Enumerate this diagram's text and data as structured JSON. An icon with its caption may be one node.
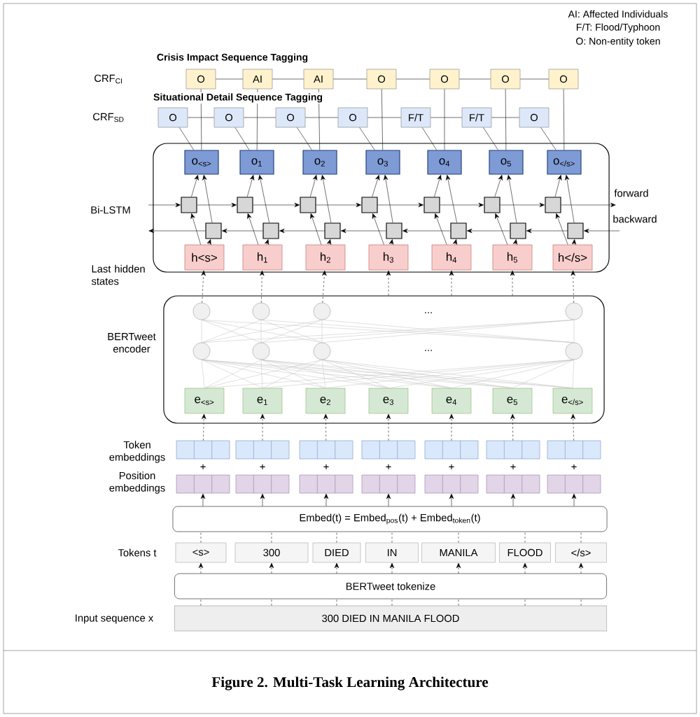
{
  "diagram": {
    "caption": "Figure 2.  Multi-Task Learning Architecture",
    "nodes": [
      {
        "text": [
          "O"
        ]
      },
      {
        "text": [
          "AI"
        ]
      },
      {
        "text": [
          "AI"
        ]
      },
      {
        "text": [
          "O"
        ]
      },
      {
        "text": [
          "O"
        ]
      },
      {
        "text": [
          "O"
        ]
      },
      {
        "text": [
          "O"
        ]
      },
      {
        "text": [
          "O"
        ]
      },
      {
        "text": [
          "O"
        ]
      },
      {
        "text": [
          "O"
        ]
      },
      {
        "text": [
          "O"
        ]
      },
      {
        "text": [
          "F/T"
        ]
      },
      {
        "text": [
          "F/T"
        ]
      },
      {
        "text": [
          "O"
        ]
      },
      {
        "text": [],
        "shape": "box"
      },
      {
        "text": [
          "o$_{<s>}$"
        ],
        "in": 14
      },
      {
        "text": [
          "o$_{1}$"
        ],
        "in": 14
      },
      {
        "text": [
          "o$_{2}$"
        ],
        "in": 14
      },
      {
        "text": [
          "o$_{3}$"
        ],
        "in": 14
      },
      {
        "text": [
          "o$_{4}$"
        ],
        "in": 14
      },
      {
        "text": [
          "o$_{5}$"
        ],
        "in": 14
      },
      {
        "text": [
          "o$_{</s>}$"
        ],
        "in": 14
      },
      {
        "text": [],
        "shape": "box",
        "in": 14
      },
      {
        "text": [],
        "shape": "box",
        "in": 14
      },
      {
        "text": [],
        "shape": "box",
        "in": 14
      },
      {
        "text": [],
        "shape": "box",
        "in": 14
      },
      {
        "text": [],
        "shape": "box",
        "in": 14
      },
      {
        "text": [],
        "shape": "box",
        "in": 14
      },
      {
        "text": [],
        "shape": "box",
        "in": 14
      },
      {
        "text": [],
        "shape": "box",
        "in": 14
      },
      {
        "text": [],
        "shape": "box",
        "in": 14
      },
      {
        "text": [],
        "shape": "box",
        "in": 14
      },
      {
        "text": [],
        "shape": "box",
        "in": 14
      },
      {
        "text": [],
        "shape": "box",
        "in": 14
      },
      {
        "text": [],
        "shape": "box",
        "in": 14
      },
      {
        "text": [],
        "shape": "box",
        "in": 14
      },
      {
        "text": [
          "h<s>"
        ],
        "in": 14
      },
      {
        "text": [
          "h$_{1}$"
        ],
        "in": 14
      },
      {
        "text": [
          "h$_{2}$"
        ],
        "in": 14
      },
      {
        "text": [
          "h$_{3}$"
        ],
        "in": 14
      },
      {
        "text": [
          "h$_{4}$"
        ],
        "in": 14
      },
      {
        "text": [
          "h$_{5}$"
        ],
        "in": 14
      },
      {
        "text": [
          "h</s>"
        ],
        "in": 14
      },
      {
        "text": [],
        "shape": "box"
      },
      {
        "text": [],
        "shape": "circle",
        "in": 43
      },
      {
        "text": [],
        "shape": "circle",
        "in": 43
      },
      {
        "text": [],
        "shape": "circle",
        "in": 43
      },
      {
        "text": [],
        "shape": "circle",
        "in": 43
      },
      {
        "text": [],
        "shape": "circle",
        "in": 43
      },
      {
        "text": [],
        "shape": "circle",
        "in": 43
      },
      {
        "text": [],
        "shape": "circle",
        "in": 43
      },
      {
        "text": [],
        "shape": "circle",
        "in": 43
      },
      {
        "text": [
          "e$_{<s>}$"
        ],
        "in": 43
      },
      {
        "text": [
          "e$_{1}$"
        ],
        "in": 43
      },
      {
        "text": [
          "e$_{2}$"
        ],
        "in": 43
      },
      {
        "text": [
          "e$_{3}$"
        ],
        "in": 43
      },
      {
        "text": [
          "e$_{4}$"
        ],
        "in": 43
      },
      {
        "text": [
          "e$_{5}$"
        ],
        "in": 43
      },
      {
        "text": [
          "e$_{</s>}$"
        ],
        "in": 43
      },
      {
        "text": [],
        "shape": "box"
      },
      {
        "text": [],
        "shape": "box"
      },
      {
        "text": [],
        "shape": "box"
      },
      {
        "text": [],
        "shape": "box"
      },
      {
        "text": [],
        "shape": "box"
      },
      {
        "text": [],
        "shape": "box"
      },
      {
        "text": [],
        "shape": "box"
      },
      {
        "text": [],
        "shape": "box"
      },
      {
        "text": [],
        "shape": "box"
      },
      {
        "text": [],
        "shape": "box"
      },
      {
        "text": [],
        "shape": "box"
      },
      {
        "text": [],
        "shape": "box"
      },
      {
        "text": [],
        "shape": "box"
      },
      {
        "text": [],
        "shape": "box"
      },
      {
        "text": [
          "Embed(t) = Embed$_{pos}$(t) + Embed$_{token}$(t)"
        ]
      },
      {
        "text": [
          "<s>"
        ]
      },
      {
        "text": [
          "300"
        ]
      },
      {
        "text": [
          "DIED"
        ]
      },
      {
        "text": [
          "IN"
        ]
      },
      {
        "text": [
          "MANILA"
        ]
      },
      {
        "text": [
          "FLOOD"
        ]
      },
      {
        "text": [
          "</s>"
        ]
      },
      {
        "text": [
          "BERTweet tokenize"
        ]
      },
      {
        "text": [
          "300 DIED IN MANILA FLOOD"
        ]
      }
    ],
    "edges": [
      {
        "from": 0,
        "to": 1,
        "arrow": "none"
      },
      {
        "from": 1,
        "to": 2,
        "arrow": "none"
      },
      {
        "from": 2,
        "to": 3,
        "arrow": "none"
      },
      {
        "from": 3,
        "to": 4,
        "arrow": "none"
      },
      {
        "from": 4,
        "to": 5,
        "arrow": "none"
      },
      {
        "from": 5,
        "to": 6,
        "arrow": "none"
      },
      {
        "from": 7,
        "to": 8,
        "arrow": "none"
      },
      {
        "from": 8,
        "to": 9,
        "arrow": "none"
      },
      {
        "from": 9,
        "to": 10,
        "arrow": "none"
      },
      {
        "from": 10,
        "to": 11,
        "arrow": "none"
      },
      {
        "from": 11,
        "to": 12,
        "arrow": "none"
      },
      {
        "from": 12,
        "to": 13,
        "arrow": "none"
      },
      {
        "from": 0,
        "to": 15,
        "arrow": "none"
      },
      {
        "from": 1,
        "to": 16,
        "arrow": "none"
      },
      {
        "from": 2,
        "to": 17,
        "arrow": "none"
      },
      {
        "from": 3,
        "to": 18,
        "arrow": "none"
      },
      {
        "from": 4,
        "to": 19,
        "arrow": "none"
      },
      {
        "from": 5,
        "to": 20,
        "arrow": "none"
      },
      {
        "from": 6,
        "to": 21,
        "arrow": "none"
      },
      {
        "from": 7,
        "to": 15,
        "arrow": "none"
      },
      {
        "from": 8,
        "to": 16,
        "arrow": "none"
      },
      {
        "from": 9,
        "to": 17,
        "arrow": "none"
      },
      {
        "from": 10,
        "to": 18,
        "arrow": "none"
      },
      {
        "from": 11,
        "to": 19,
        "arrow": "none"
      },
      {
        "from": 12,
        "to": 20,
        "arrow": "none"
      },
      {
        "from": 13,
        "to": 21,
        "arrow": "none"
      },
      {
        "from": null,
        "to": 22,
        "arrow": "to"
      },
      {
        "from": 22,
        "to": 23,
        "arrow": "to"
      },
      {
        "from": 23,
        "to": 24,
        "arrow": "to"
      },
      {
        "from": 24,
        "to": 25,
        "arrow": "to"
      },
      {
        "from": 25,
        "to": 26,
        "arrow": "to"
      },
      {
        "from": 26,
        "to": 27,
        "arrow": "to"
      },
      {
        "from": 27,
        "to": 28,
        "arrow": "to"
      },
      {
        "from": 28,
        "to": null,
        "arrow": "to",
        "label": "forward"
      },
      {
        "from": null,
        "to": 35,
        "arrow": "to",
        "label": "backward"
      },
      {
        "from": 35,
        "to": 34,
        "arrow": "to"
      },
      {
        "from": 34,
        "to": 33,
        "arrow": "to"
      },
      {
        "from": 33,
        "to": 32,
        "arrow": "to"
      },
      {
        "from": 32,
        "to": 31,
        "arrow": "to"
      },
      {
        "from": 31,
        "to": 30,
        "arrow": "to"
      },
      {
        "from": 30,
        "to": 29,
        "arrow": "to"
      },
      {
        "from": 29,
        "to": null,
        "arrow": "to"
      },
      {
        "from": 22,
        "to": 15,
        "arrow": "to"
      },
      {
        "from": 23,
        "to": 16,
        "arrow": "to"
      },
      {
        "from": 24,
        "to": 17,
        "arrow": "to"
      },
      {
        "from": 25,
        "to": 18,
        "arrow": "to"
      },
      {
        "from": 26,
        "to": 19,
        "arrow": "to"
      },
      {
        "from": 27,
        "to": 20,
        "arrow": "to"
      },
      {
        "from": 28,
        "to": 21,
        "arrow": "to"
      },
      {
        "from": 29,
        "to": 15,
        "arrow": "to"
      },
      {
        "from": 30,
        "to": 16,
        "arrow": "to"
      },
      {
        "from": 31,
        "to": 17,
        "arrow": "to"
      },
      {
        "from": 32,
        "to": 18,
        "arrow": "to"
      },
      {
        "from": 33,
        "to": 19,
        "arrow": "to"
      },
      {
        "from": 34,
        "to": 20,
        "arrow": "to"
      },
      {
        "from": 35,
        "to": 21,
        "arrow": "to"
      },
      {
        "from": 36,
        "to": 22,
        "arrow": "to"
      },
      {
        "from": 37,
        "to": 23,
        "arrow": "to"
      },
      {
        "from": 38,
        "to": 24,
        "arrow": "to"
      },
      {
        "from": 39,
        "to": 25,
        "arrow": "to"
      },
      {
        "from": 40,
        "to": 26,
        "arrow": "to"
      },
      {
        "from": 41,
        "to": 27,
        "arrow": "to"
      },
      {
        "from": 42,
        "to": 28,
        "arrow": "to"
      },
      {
        "from": 36,
        "to": 29,
        "arrow": "to"
      },
      {
        "from": 37,
        "to": 30,
        "arrow": "to"
      },
      {
        "from": 38,
        "to": 31,
        "arrow": "to"
      },
      {
        "from": 39,
        "to": 32,
        "arrow": "to"
      },
      {
        "from": 40,
        "to": 33,
        "arrow": "to"
      },
      {
        "from": 41,
        "to": 34,
        "arrow": "to"
      },
      {
        "from": 42,
        "to": 35,
        "arrow": "to"
      },
      {
        "from": 44,
        "to": 36,
        "arrow": "to",
        "style": "dashed"
      },
      {
        "from": 45,
        "to": 37,
        "arrow": "to",
        "style": "dashed"
      },
      {
        "from": 46,
        "to": 38,
        "arrow": "to",
        "style": "dashed"
      },
      {
        "from": 43,
        "to": 39,
        "arrow": "to",
        "style": "dashed"
      },
      {
        "from": 43,
        "to": 40,
        "arrow": "to",
        "style": "dashed"
      },
      {
        "from": 43,
        "to": 41,
        "arrow": "to",
        "style": "dashed"
      },
      {
        "from": 47,
        "to": 42,
        "arrow": "to",
        "style": "dashed"
      },
      {
        "from": 48,
        "to": 44,
        "arrow": "none",
        "color": "#c8c8c8"
      },
      {
        "from": 48,
        "to": 45,
        "arrow": "none",
        "color": "#c8c8c8"
      },
      {
        "from": 48,
        "to": 46,
        "arrow": "none",
        "color": "#c8c8c8"
      },
      {
        "from": 48,
        "to": 47,
        "arrow": "none",
        "color": "#c8c8c8"
      },
      {
        "from": 49,
        "to": 44,
        "arrow": "none",
        "color": "#c8c8c8"
      },
      {
        "from": 49,
        "to": 45,
        "arrow": "none",
        "color": "#c8c8c8"
      },
      {
        "from": 49,
        "to": 46,
        "arrow": "none",
        "color": "#c8c8c8"
      },
      {
        "from": 49,
        "to": 47,
        "arrow": "none",
        "color": "#c8c8c8"
      },
      {
        "from": 50,
        "to": 44,
        "arrow": "none",
        "color": "#c8c8c8"
      },
      {
        "from": 50,
        "to": 45,
        "arrow": "none",
        "color": "#c8c8c8"
      },
      {
        "from": 50,
        "to": 46,
        "arrow": "none",
        "color": "#c8c8c8"
      },
      {
        "from": 50,
        "to": 47,
        "arrow": "none",
        "color": "#c8c8c8"
      },
      {
        "from": 51,
        "to": 44,
        "arrow": "none",
        "color": "#c8c8c8"
      },
      {
        "from": 51,
        "to": 45,
        "arrow": "none",
        "color": "#c8c8c8"
      },
      {
        "from": 51,
        "to": 46,
        "arrow": "none",
        "color": "#c8c8c8"
      },
      {
        "from": 51,
        "to": 47,
        "arrow": "none",
        "color": "#c8c8c8"
      },
      {
        "from": 52,
        "to": 48,
        "arrow": "none",
        "color": "#c8c8c8"
      },
      {
        "from": 52,
        "to": 49,
        "arrow": "none",
        "color": "#c8c8c8"
      },
      {
        "from": 52,
        "to": 50,
        "arrow": "none",
        "color": "#c8c8c8"
      },
      {
        "from": 52,
        "to": 51,
        "arrow": "none",
        "color": "#c8c8c8"
      },
      {
        "from": 53,
        "to": 48,
        "arrow": "none",
        "color": "#c8c8c8"
      },
      {
        "from": 53,
        "to": 49,
        "arrow": "none",
        "color": "#c8c8c8"
      },
      {
        "from": 53,
        "to": 50,
        "arrow": "none",
        "color": "#c8c8c8"
      },
      {
        "from": 53,
        "to": 51,
        "arrow": "none",
        "color": "#c8c8c8"
      },
      {
        "from": 54,
        "to": 48,
        "arrow": "none",
        "color": "#c8c8c8"
      },
      {
        "from": 54,
        "to": 49,
        "arrow": "none",
        "color": "#c8c8c8"
      },
      {
        "from": 54,
        "to": 50,
        "arrow": "none",
        "color": "#c8c8c8"
      },
      {
        "from": 54,
        "to": 51,
        "arrow": "none",
        "color": "#c8c8c8"
      },
      {
        "from": 55,
        "to": 48,
        "arrow": "none",
        "color": "#c8c8c8"
      },
      {
        "from": 55,
        "to": 49,
        "arrow": "none",
        "color": "#c8c8c8"
      },
      {
        "from": 55,
        "to": 50,
        "arrow": "none",
        "color": "#c8c8c8"
      },
      {
        "from": 55,
        "to": 51,
        "arrow": "none",
        "color": "#c8c8c8"
      },
      {
        "from": 56,
        "to": 48,
        "arrow": "none",
        "color": "#c8c8c8"
      },
      {
        "from": 56,
        "to": 49,
        "arrow": "none",
        "color": "#c8c8c8"
      },
      {
        "from": 56,
        "to": 50,
        "arrow": "none",
        "color": "#c8c8c8"
      },
      {
        "from": 56,
        "to": 51,
        "arrow": "none",
        "color": "#c8c8c8"
      },
      {
        "from": 57,
        "to": 48,
        "arrow": "none",
        "color": "#c8c8c8"
      },
      {
        "from": 57,
        "to": 49,
        "arrow": "none",
        "color": "#c8c8c8"
      },
      {
        "from": 57,
        "to": 50,
        "arrow": "none",
        "color": "#c8c8c8"
      },
      {
        "from": 57,
        "to": 51,
        "arrow": "none",
        "color": "#c8c8c8"
      },
      {
        "from": 58,
        "to": 48,
        "arrow": "none",
        "color": "#c8c8c8"
      },
      {
        "from": 58,
        "to": 49,
        "arrow": "none",
        "color": "#c8c8c8"
      },
      {
        "from": 58,
        "to": 50,
        "arrow": "none",
        "color": "#c8c8c8"
      },
      {
        "from": 58,
        "to": 51,
        "arrow": "none",
        "color": "#c8c8c8"
      },
      {
        "from": 59,
        "to": 52,
        "arrow": "to",
        "style": "dashed"
      },
      {
        "from": 60,
        "to": 53,
        "arrow": "to",
        "style": "dashed"
      },
      {
        "from": 61,
        "to": 54,
        "arrow": "to",
        "style": "dashed"
      },
      {
        "from": 62,
        "to": 55,
        "arrow": "to",
        "style": "dashed"
      },
      {
        "from": 63,
        "to": 56,
        "arrow": "to",
        "style": "dashed"
      },
      {
        "from": 64,
        "to": 57,
        "arrow": "to",
        "style": "dashed"
      },
      {
        "from": 65,
        "to": 58,
        "arrow": "to",
        "style": "dashed"
      },
      {
        "from": 73,
        "to": 66,
        "arrow": "to"
      },
      {
        "from": 73,
        "to": 67,
        "arrow": "to"
      },
      {
        "from": 73,
        "to": 68,
        "arrow": "to"
      },
      {
        "from": 73,
        "to": 69,
        "arrow": "to"
      },
      {
        "from": 73,
        "to": 70,
        "arrow": "to"
      },
      {
        "from": 73,
        "to": 71,
        "arrow": "to"
      },
      {
        "from": 73,
        "to": 72,
        "arrow": "to"
      },
      {
        "from": 74,
        "to": 73,
        "arrow": "none",
        "style": "dashed"
      },
      {
        "from": 75,
        "to": 73,
        "arrow": "none",
        "style": "dashed"
      },
      {
        "from": 76,
        "to": 73,
        "arrow": "none",
        "style": "dashed"
      },
      {
        "from": 77,
        "to": 73,
        "arrow": "none",
        "style": "dashed"
      },
      {
        "from": 78,
        "to": 73,
        "arrow": "none",
        "style": "dashed"
      },
      {
        "from": 79,
        "to": 73,
        "arrow": "none",
        "style": "dashed"
      },
      {
        "from": 80,
        "to": 73,
        "arrow": "none",
        "style": "dashed"
      },
      {
        "from": 81,
        "to": 74,
        "arrow": "to",
        "style": "dashed"
      },
      {
        "from": 81,
        "to": 75,
        "arrow": "to",
        "style": "dashed"
      },
      {
        "from": 81,
        "to": 76,
        "arrow": "to",
        "style": "dashed"
      },
      {
        "from": 81,
        "to": 77,
        "arrow": "to",
        "style": "dashed"
      },
      {
        "from": 81,
        "to": 78,
        "arrow": "to",
        "style": "dashed"
      },
      {
        "from": 81,
        "to": 79,
        "arrow": "to",
        "style": "dashed"
      },
      {
        "from": 81,
        "to": 80,
        "arrow": "to",
        "style": "dashed"
      },
      {
        "from": 82,
        "to": 81,
        "arrow": "none",
        "style": "dashed"
      },
      {
        "from": 82,
        "to": 81,
        "arrow": "none",
        "style": "dashed"
      },
      {
        "from": 82,
        "to": 81,
        "arrow": "none",
        "style": "dashed"
      },
      {
        "from": 82,
        "to": 81,
        "arrow": "none",
        "style": "dashed"
      },
      {
        "from": 82,
        "to": 81,
        "arrow": "none",
        "style": "dashed"
      },
      {
        "from": 82,
        "to": 81,
        "arrow": "none",
        "style": "dashed"
      },
      {
        "from": 82,
        "to": 81,
        "arrow": "none",
        "style": "dashed"
      }
    ],
    "labels": [
      "AI: Affected Individuals",
      "F/T: Flood/Typhoon",
      "O: Non-entity token",
      "Crisis Impact Sequence Tagging",
      "CRF$_{CI}$",
      "Situational Detail Sequence Tagging",
      "CRF$_{SD}$",
      "Bi-LSTM",
      "Last hidden states",
      "...",
      "BERTweet encoder",
      "...",
      "Token embeddings",
      "+",
      "+",
      "+",
      "+",
      "+",
      "+",
      "+",
      "Position embeddings",
      "Tokens t",
      "Input sequence x"
    ]
  }
}
